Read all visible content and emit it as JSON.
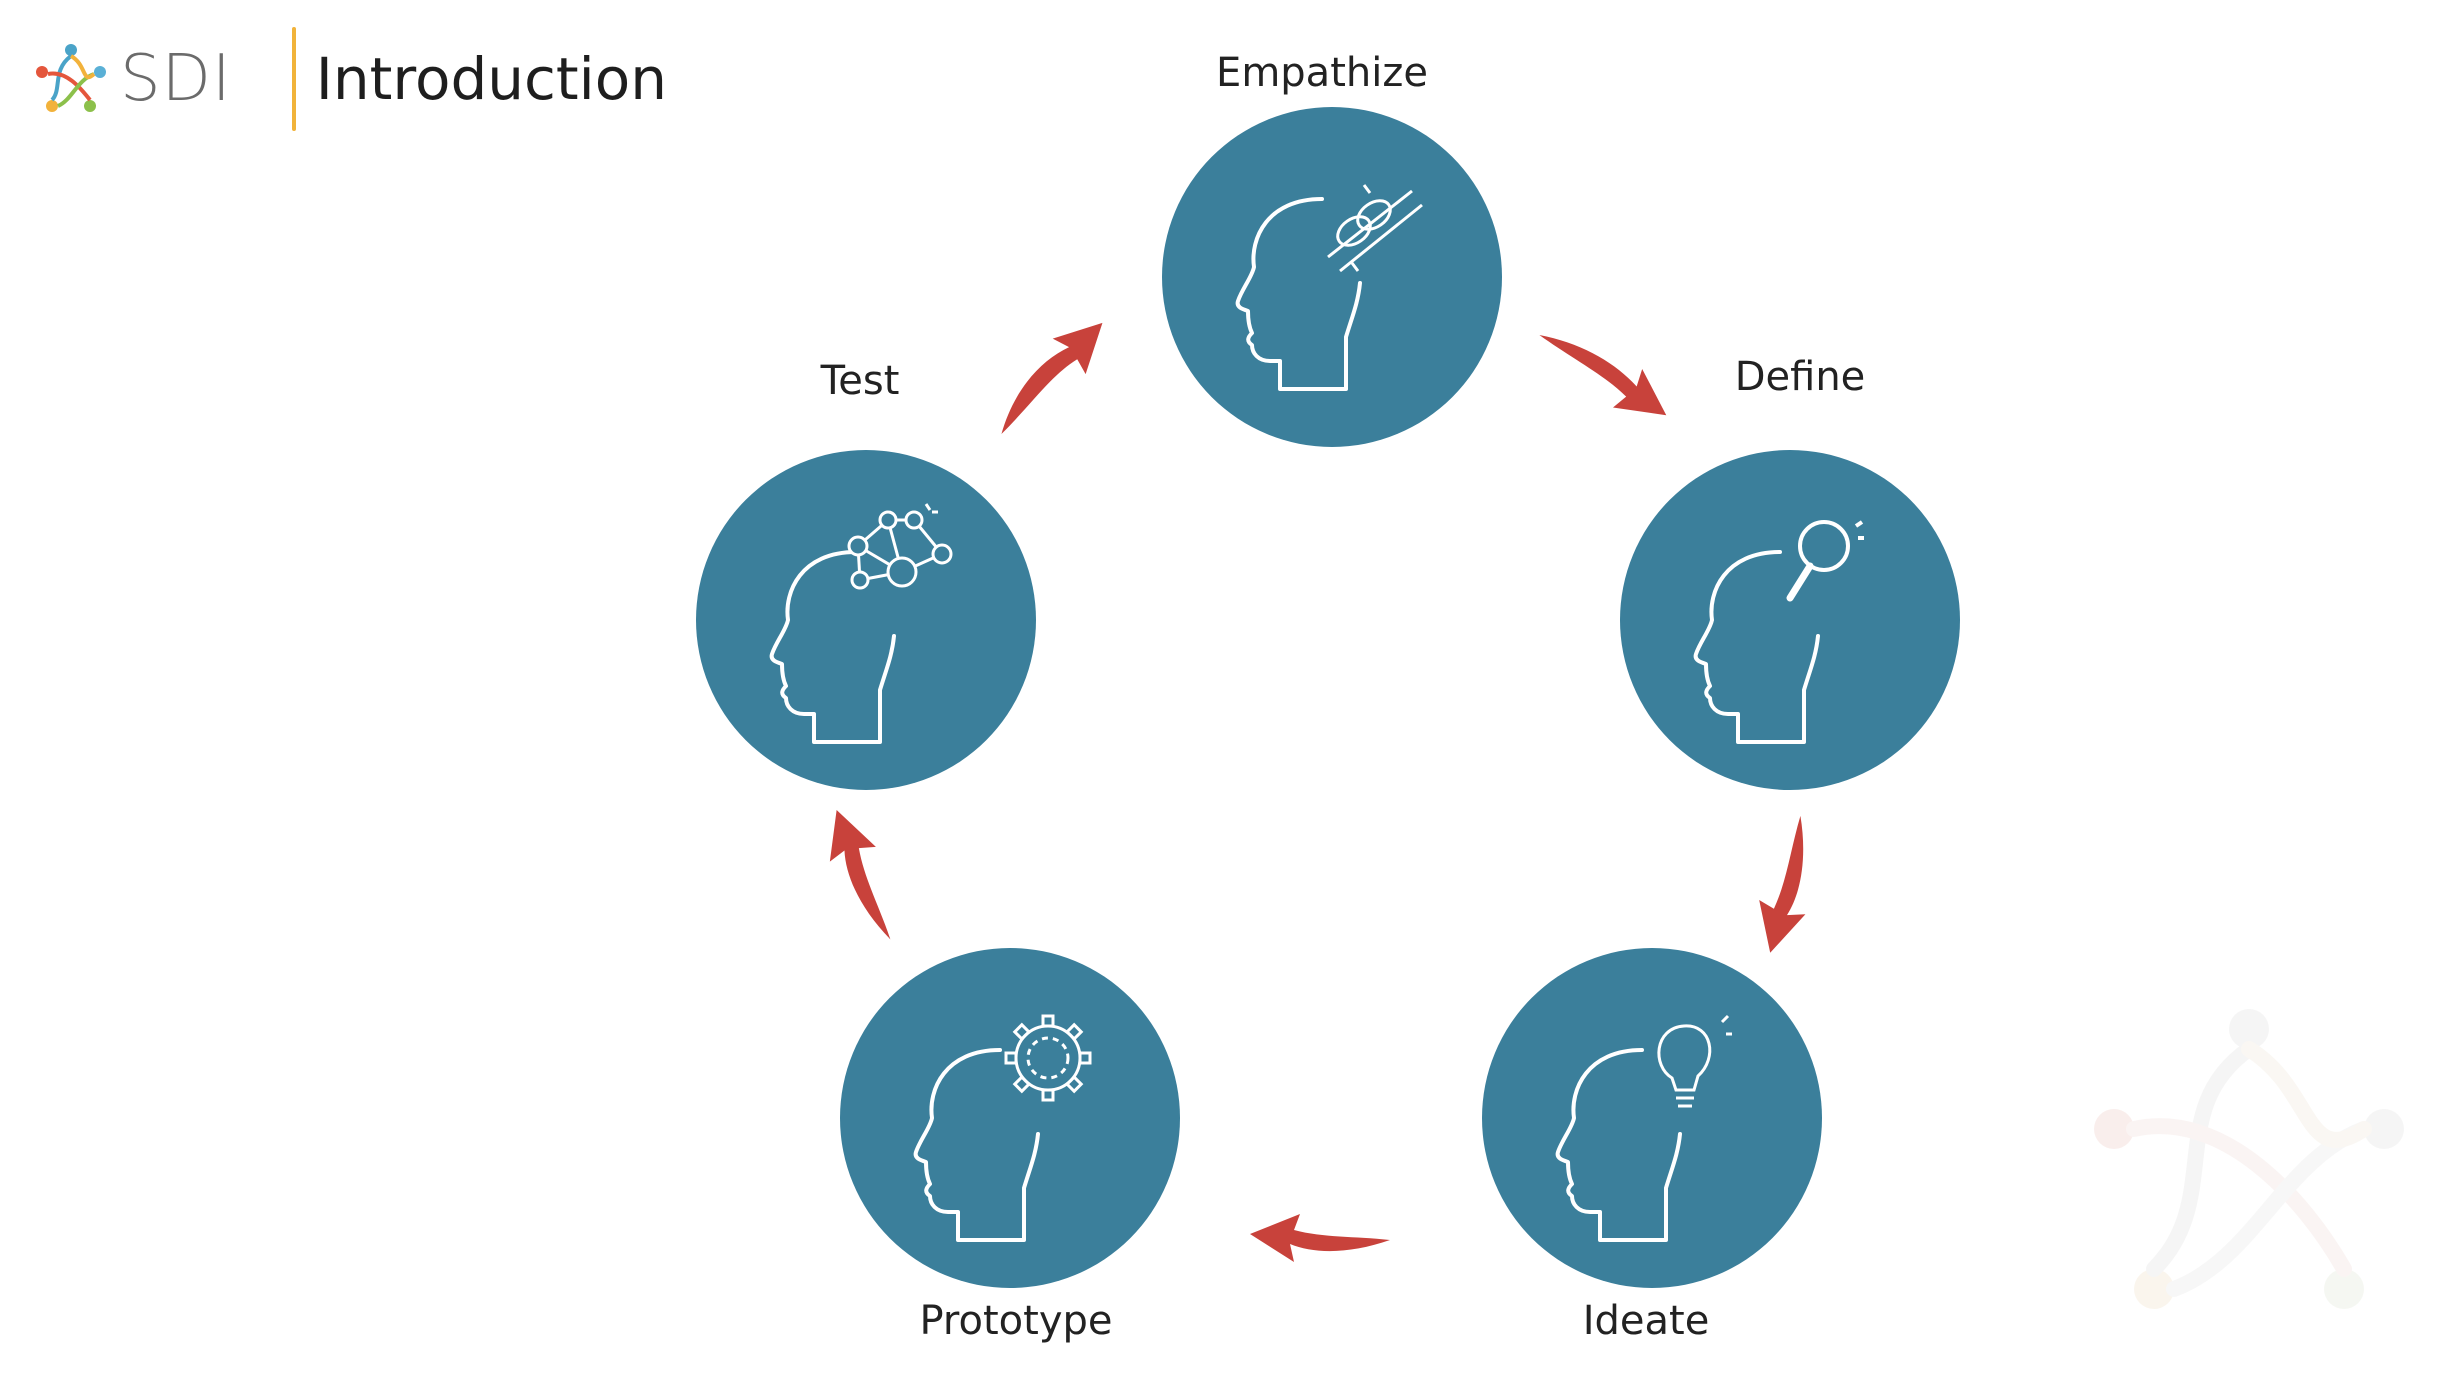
{
  "header": {
    "brand": "SDI",
    "title": "Introduction"
  },
  "stages": [
    {
      "id": "empathize",
      "label": "Empathize",
      "icon": "head-chain-link-icon"
    },
    {
      "id": "define",
      "label": "Define",
      "icon": "head-magnifier-icon"
    },
    {
      "id": "ideate",
      "label": "Ideate",
      "icon": "head-lightbulb-icon"
    },
    {
      "id": "prototype",
      "label": "Prototype",
      "icon": "head-gear-icon"
    },
    {
      "id": "test",
      "label": "Test",
      "icon": "head-network-icon"
    }
  ],
  "colors": {
    "circle": "#3b7f9b",
    "arrow": "#c8423b",
    "accent": "#f1b33a",
    "icon_stroke": "#ffffff"
  }
}
